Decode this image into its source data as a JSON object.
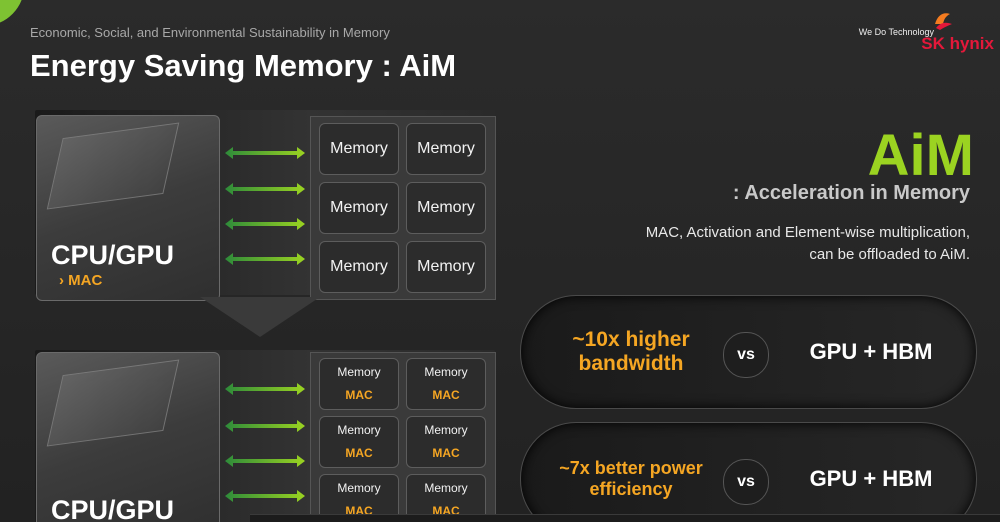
{
  "header": {
    "subtitle": "Economic, Social, and Environmental Sustainability in Memory",
    "title": "Energy Saving Memory : AiM",
    "logo_tagline": "We Do Technology",
    "logo_brand": "SK hynix"
  },
  "diagram": {
    "top": {
      "processor_label": "CPU/GPU",
      "processor_mac": "MAC",
      "memory_cells": [
        "Memory",
        "Memory",
        "Memory",
        "Memory",
        "Memory",
        "Memory"
      ]
    },
    "bottom": {
      "processor_label": "CPU/GPU",
      "memory_cells": [
        {
          "label": "Memory",
          "unit": "MAC"
        },
        {
          "label": "Memory",
          "unit": "MAC"
        },
        {
          "label": "Memory",
          "unit": "MAC"
        },
        {
          "label": "Memory",
          "unit": "MAC"
        },
        {
          "label": "Memory",
          "unit": "MAC"
        },
        {
          "label": "Memory",
          "unit": "MAC"
        }
      ]
    }
  },
  "aim": {
    "heading": "AiM",
    "subheading": ": Acceleration in Memory",
    "description": "MAC, Activation and Element-wise multiplication, can be offloaded to AiM."
  },
  "comparisons": [
    {
      "claim": "~10x higher bandwidth",
      "vs": "vs",
      "baseline": "GPU + HBM"
    },
    {
      "claim": "~7x better power efficiency",
      "vs": "vs",
      "baseline": "GPU + HBM"
    }
  ],
  "colors": {
    "accent_green": "#9bd321",
    "accent_orange": "#f5a623",
    "brand_red": "#e4183a"
  }
}
